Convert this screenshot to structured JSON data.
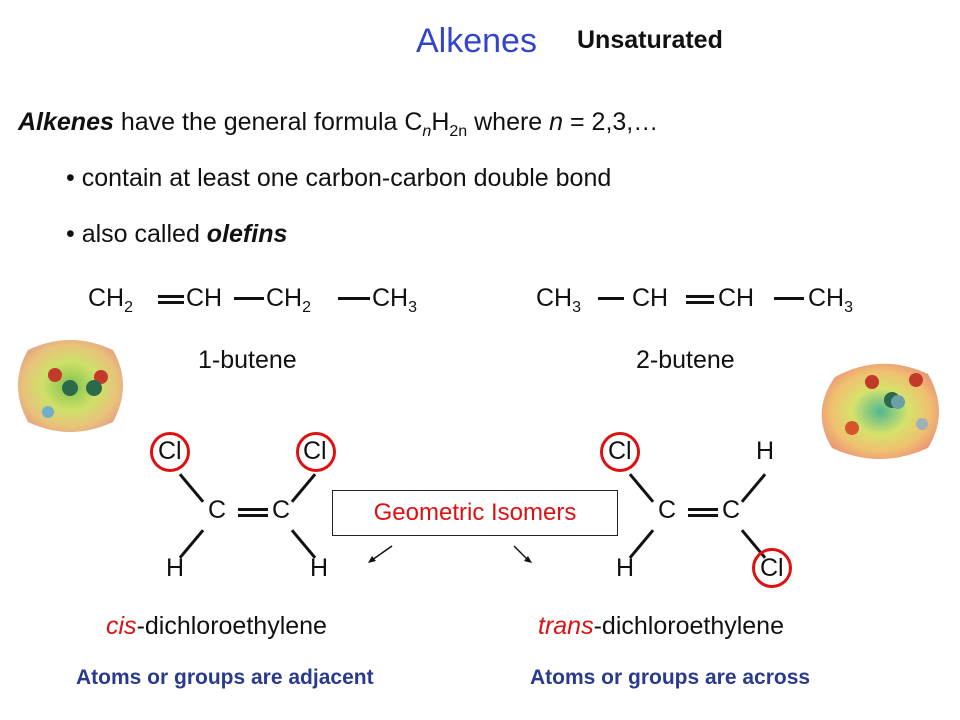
{
  "header": {
    "title": "Alkenes",
    "subtitle": "Unsaturated"
  },
  "intro": {
    "lead": "Alkenes",
    "text1": " have the general formula C",
    "sub_n": "n",
    "text2": "H",
    "sub_2n": "2n",
    "text3": " where ",
    "italic_n": "n",
    "text4": " = 2,3,…"
  },
  "bullets": [
    {
      "bullet": "•",
      "text": "contain at least one carbon-carbon double bond"
    },
    {
      "bullet": "•",
      "text": "also called ",
      "emph": "olefins"
    }
  ],
  "butene1": {
    "g1": "CH",
    "g1_sub": "2",
    "g2": "CH",
    "g3": "CH",
    "g3_sub": "2",
    "g4": "CH",
    "g4_sub": "3",
    "name": "1-butene"
  },
  "butene2": {
    "g1": "CH",
    "g1_sub": "3",
    "g2": "CH",
    "g3": "CH",
    "g4": "CH",
    "g4_sub": "3",
    "name": "2-butene"
  },
  "cis": {
    "tl": "Cl",
    "tr": "Cl",
    "cl": "C",
    "cr": "C",
    "bl": "H",
    "br": "H",
    "prefix": "cis",
    "suffix": "-dichloroethylene",
    "note": "Atoms or groups are adjacent"
  },
  "trans": {
    "tl": "Cl",
    "tr": "H",
    "cl": "C",
    "cr": "C",
    "bl": "H",
    "br": "Cl",
    "prefix": "trans",
    "suffix": "-dichloroethylene",
    "note": "Atoms or groups are across"
  },
  "geometric_isomers": "Geometric Isomers",
  "colors": {
    "title": "#3344cc",
    "highlight": "#dd1111",
    "note": "#2a3a8e"
  },
  "icons": [
    "electrostatic-map-1-butene",
    "electrostatic-map-2-butene"
  ]
}
